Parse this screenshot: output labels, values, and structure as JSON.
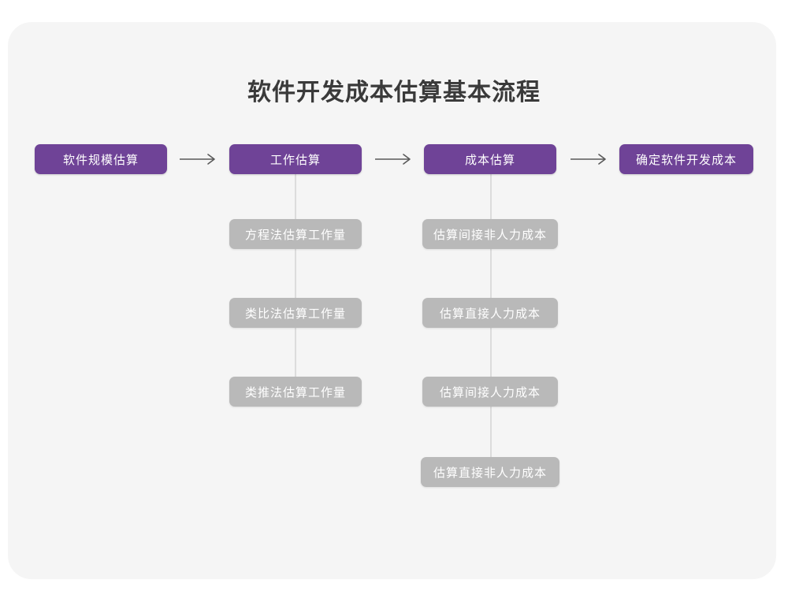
{
  "card": {
    "background_color": "#f5f5f5",
    "page_background_color": "#ffffff"
  },
  "title": "软件开发成本估算基本流程",
  "colors": {
    "primary": "#6f4397",
    "secondary": "#b9b9b9",
    "connector": "#dcdcdc",
    "arrow": "#595959",
    "title_text": "#3a3a3a",
    "node_text": "#ffffff"
  },
  "flow": {
    "stages": [
      {
        "id": "stage-1",
        "label": "软件规模估算",
        "substeps": []
      },
      {
        "id": "stage-2",
        "label": "工作估算",
        "substeps": [
          "方程法估算工作量",
          "类比法估算工作量",
          "类推法估算工作量"
        ]
      },
      {
        "id": "stage-3",
        "label": "成本估算",
        "substeps": [
          "估算间接非人力成本",
          "估算直接人力成本",
          "估算间接人力成本",
          "估算直接非人力成本"
        ]
      },
      {
        "id": "stage-4",
        "label": "确定软件开发成本",
        "substeps": []
      }
    ],
    "arrows": [
      {
        "id": "arrow-1",
        "glyph": "long-right-arrow-icon"
      },
      {
        "id": "arrow-2",
        "glyph": "long-right-arrow-icon"
      },
      {
        "id": "arrow-3",
        "glyph": "long-right-arrow-icon"
      }
    ]
  }
}
